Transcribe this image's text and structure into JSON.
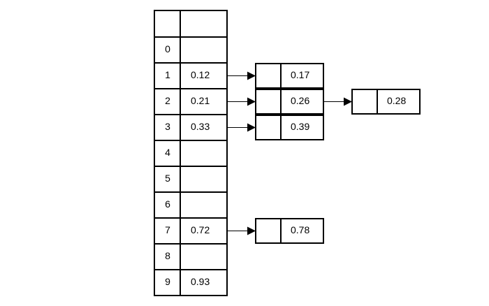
{
  "table": {
    "header": [
      "",
      ""
    ],
    "rows": [
      {
        "index": "0",
        "value": ""
      },
      {
        "index": "1",
        "value": "0.12"
      },
      {
        "index": "2",
        "value": "0.21"
      },
      {
        "index": "3",
        "value": "0.33"
      },
      {
        "index": "4",
        "value": ""
      },
      {
        "index": "5",
        "value": ""
      },
      {
        "index": "6",
        "value": ""
      },
      {
        "index": "7",
        "value": "0.72"
      },
      {
        "index": "8",
        "value": ""
      },
      {
        "index": "9",
        "value": "0.93"
      }
    ]
  },
  "chains": [
    {
      "row": 1,
      "nodes": [
        "0.17"
      ]
    },
    {
      "row": 2,
      "nodes": [
        "0.26",
        "0.28"
      ]
    },
    {
      "row": 3,
      "nodes": [
        "0.39"
      ]
    },
    {
      "row": 7,
      "nodes": [
        "0.78"
      ]
    }
  ]
}
